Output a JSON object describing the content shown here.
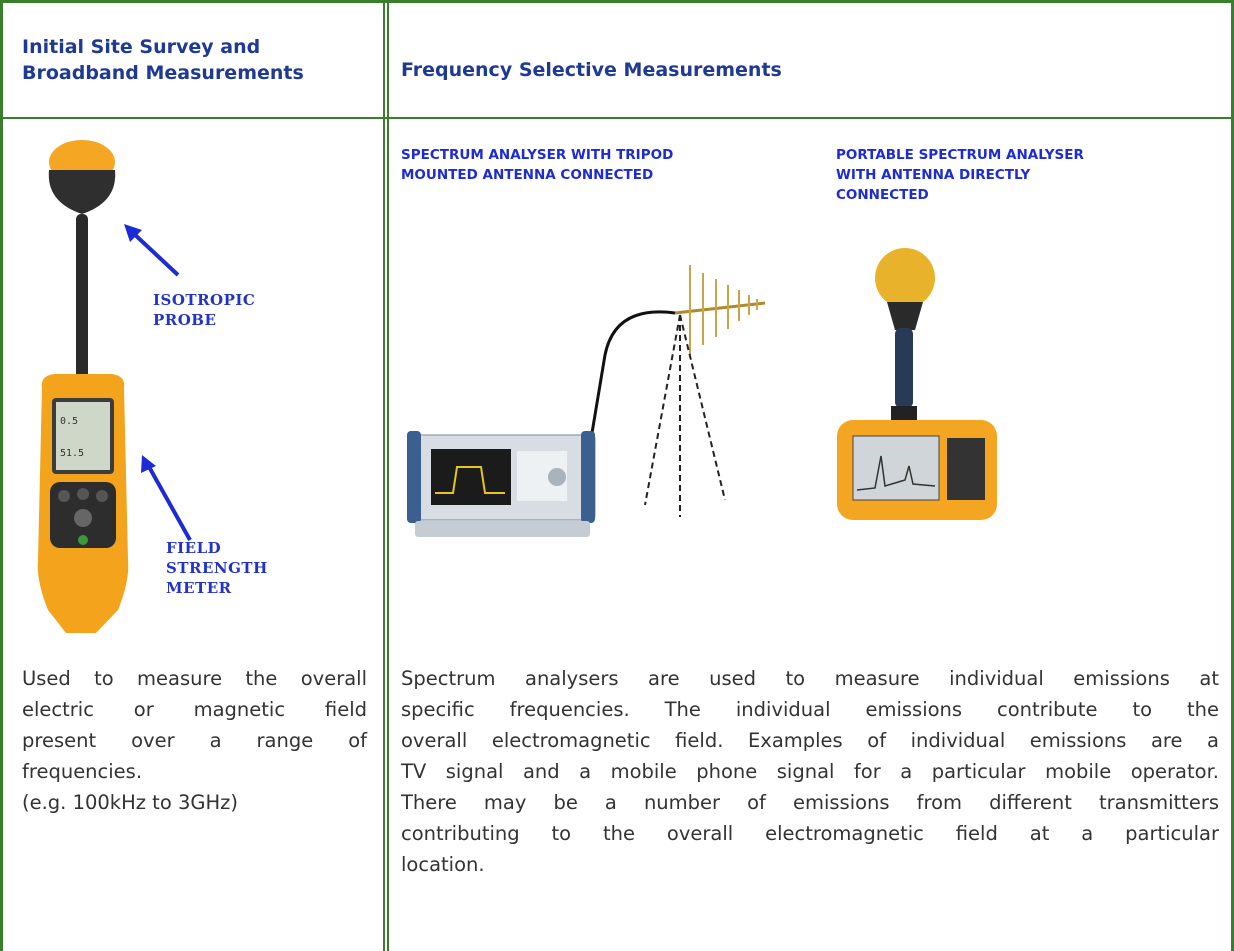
{
  "headers": {
    "col1": [
      "Initial Site Survey and",
      "Broadband Measurements"
    ],
    "col2": "Frequency Selective Measurements"
  },
  "captions": {
    "analyser_tripod": [
      "SPECTRUM ANALYSER WITH TRIPOD",
      "MOUNTED ANTENNA CONNECTED"
    ],
    "analyser_portable": [
      "PORTABLE SPECTRUM ANALYSER",
      "WITH ANTENNA DIRECTLY",
      "CONNECTED"
    ]
  },
  "meter_labels": {
    "probe": [
      "ISOTROPIC",
      "PROBE"
    ],
    "field": [
      "FIELD",
      "STRENGTH",
      "METER"
    ],
    "screen_top": "0.5",
    "screen_bottom": "51.5"
  },
  "descriptions": {
    "col1": [
      "Used to measure the overall",
      "electric or magnetic field",
      "present over a range of",
      "frequencies.",
      "(e.g. 100kHz to 3GHz)"
    ],
    "col2": [
      "Spectrum analysers are used to measure individual emissions at",
      "specific frequencies. The individual emissions contribute to the",
      "overall electromagnetic field. Examples of individual emissions are a",
      "TV signal and a mobile phone signal for a particular mobile operator.",
      "There may be a number of emissions from different transmitters",
      "contributing to the overall electromagnetic field at a particular",
      "location."
    ]
  },
  "colors": {
    "border": "#3a7d2c",
    "header": "#1f3a93",
    "caption": "#1d2bd6",
    "body": "#333333",
    "device": "#f5a623"
  }
}
